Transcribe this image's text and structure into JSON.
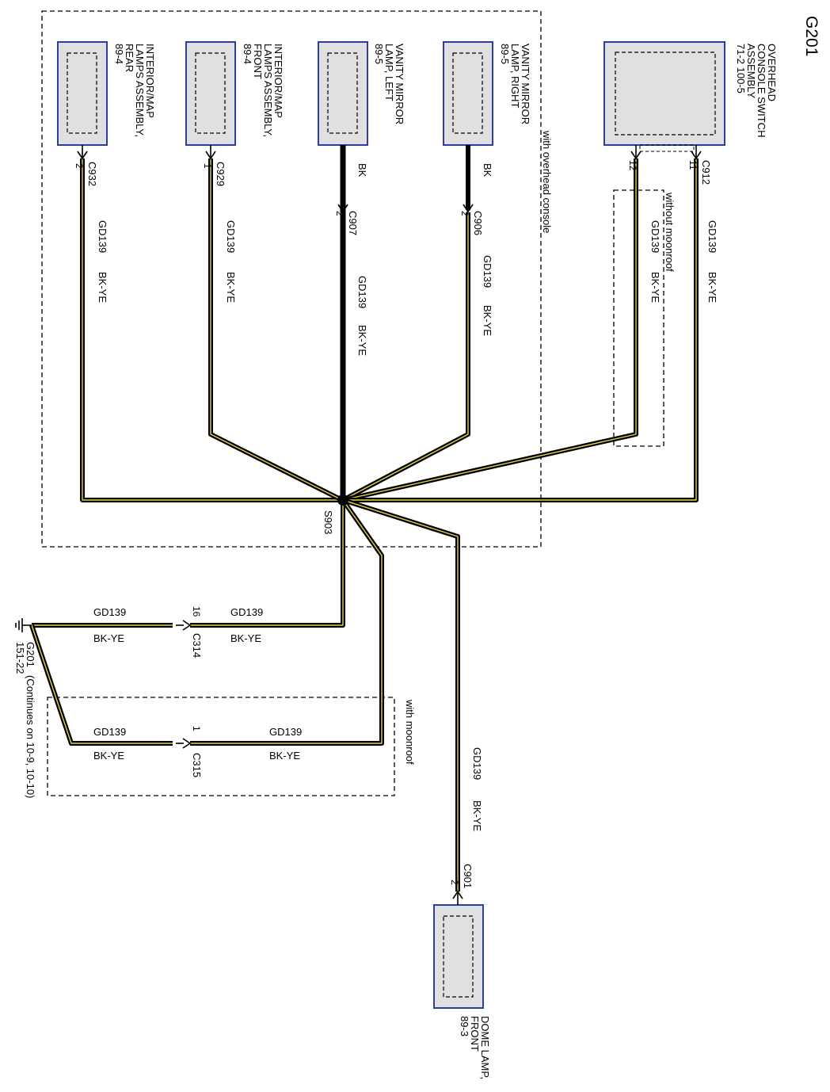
{
  "diagram_title": "G201",
  "components": {
    "interior_rear": [
      "INTERIOR/MAP",
      "LAMPS ASSEMBLY,",
      "REAR",
      "89-4"
    ],
    "interior_front": [
      "INTERIOR/MAP",
      "LAMPS ASSEMBLY,",
      "FRONT",
      "89-4"
    ],
    "vanity_left": [
      "VANITY MIRROR",
      "LAMP, LEFT",
      "89-5"
    ],
    "vanity_right": [
      "VANITY MIRROR",
      "LAMP, RIGHT",
      "89-5"
    ],
    "overhead_switch": [
      "OVERHEAD",
      "CONSOLE SWITCH",
      "ASSEMBLY",
      "71-2   100-5"
    ],
    "dome_lamp": [
      "DOME LAMP,",
      "FRONT",
      "89-3"
    ]
  },
  "connectors": {
    "c932": {
      "name": "C932",
      "pin": "2"
    },
    "c929": {
      "name": "C929",
      "pin": "1"
    },
    "c907": {
      "name": "C907",
      "pin": "2"
    },
    "c906": {
      "name": "C906",
      "pin": "2"
    },
    "c912_12": {
      "pin": "12"
    },
    "c912_11": {
      "name": "C912",
      "pin": "11"
    },
    "c314": {
      "name": "C314",
      "pin": "16"
    },
    "c315": {
      "name": "C315",
      "pin": "1"
    },
    "c901": {
      "name": "C901",
      "pin": "2"
    }
  },
  "wires": {
    "circuit": "GD139",
    "color": "BK-YE",
    "short_color": "BK"
  },
  "splice": "S903",
  "ground": {
    "name": "G201",
    "ref": "151-22",
    "note": "(Continues on 10-9, 10-10)"
  },
  "option_labels": {
    "with_overhead": "with overhead console",
    "without_moonroof": "without moonroof",
    "with_moonroof": "with moonroof"
  },
  "colors": {
    "wire_black": "#000000",
    "wire_yellow": "#e8d34a",
    "component_fill": "#e0e0e0",
    "component_border": "#2b3f9e"
  }
}
